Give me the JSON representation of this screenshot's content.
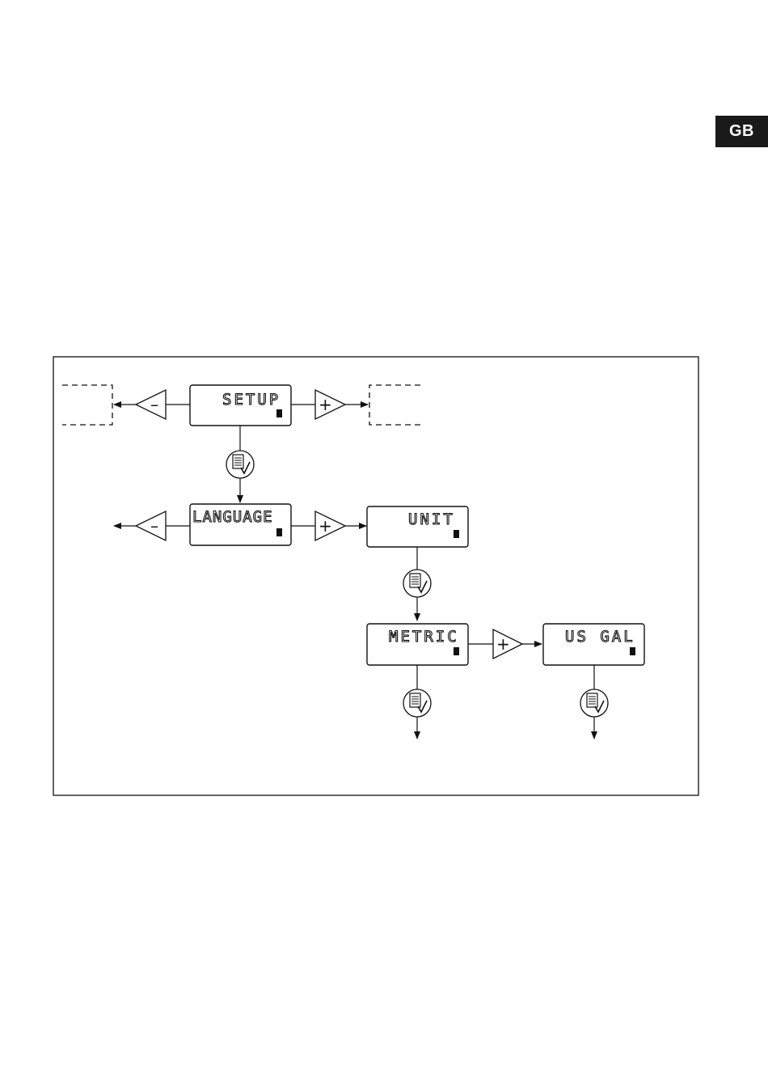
{
  "tab": {
    "label": "GB"
  },
  "diagram": {
    "screens": {
      "setup": "SETUP",
      "language": "LANGUAGE",
      "unit": "UNIT",
      "metric": "METRIC",
      "us_gal": "US GAL"
    },
    "buttons": {
      "minus": "–",
      "plus": "+"
    }
  }
}
